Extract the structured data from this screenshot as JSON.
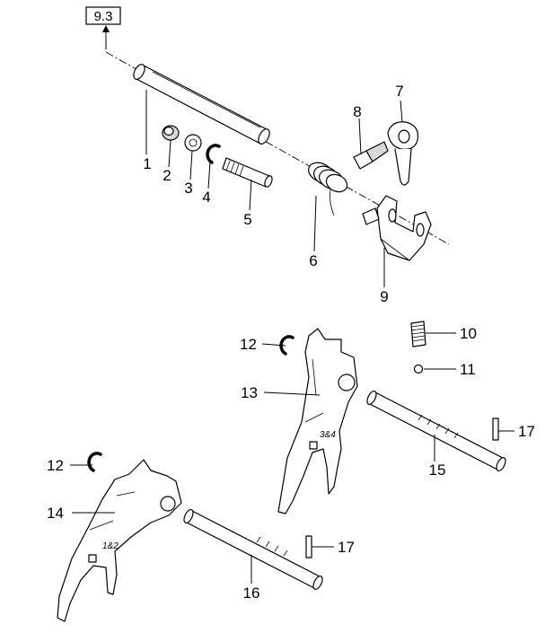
{
  "reference": "9.3",
  "callouts": {
    "c1": "1",
    "c2": "2",
    "c3": "3",
    "c4": "4",
    "c5": "5",
    "c6": "6",
    "c7": "7",
    "c8": "8",
    "c9": "9",
    "c10": "10",
    "c11": "11",
    "c12a": "12",
    "c12b": "12",
    "c13": "13",
    "c14": "14",
    "c15": "15",
    "c16": "16",
    "c17a": "17",
    "c17b": "17"
  },
  "fork_stamps": {
    "fork_3_4": "3&4",
    "fork_1_2": "1&2"
  }
}
